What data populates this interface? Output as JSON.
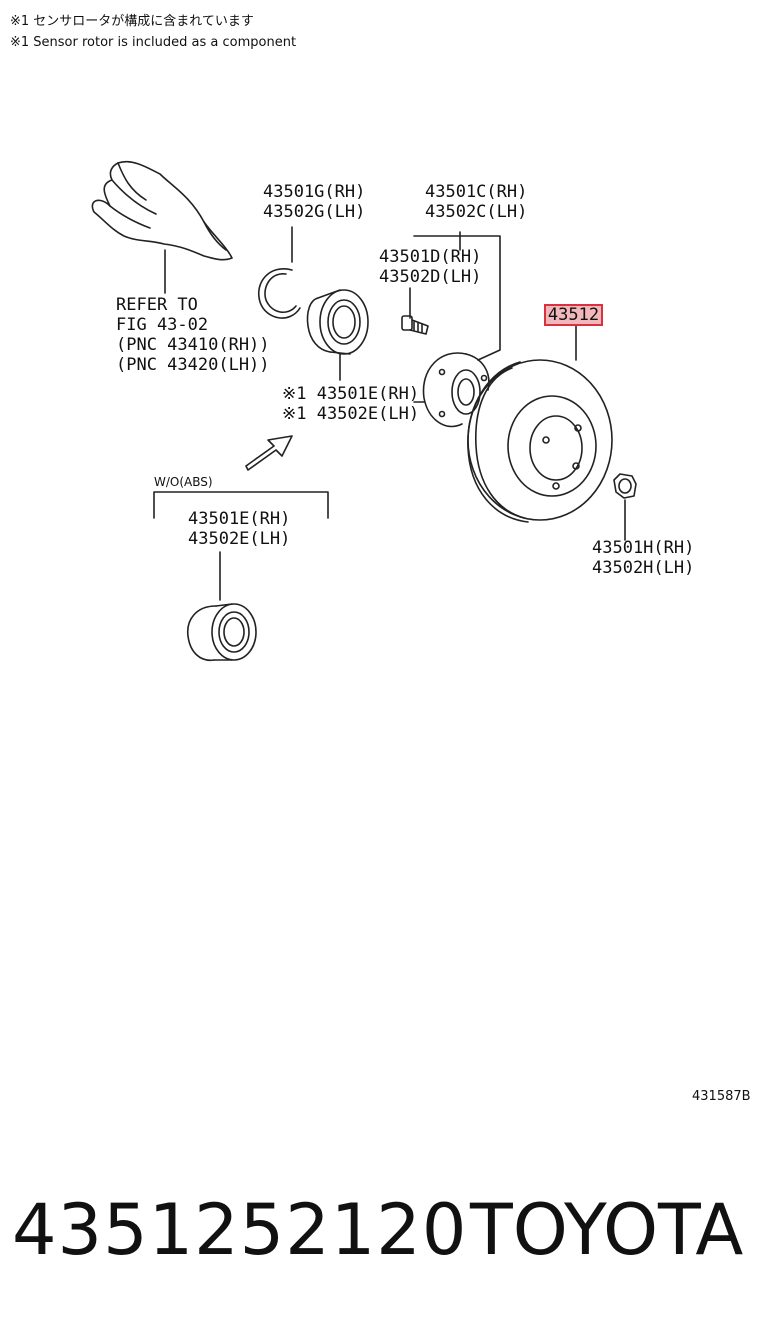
{
  "notes": {
    "jp": "※1 センサロータが構成に含まれています",
    "en": "※1 Sensor rotor is included as a component"
  },
  "labels": {
    "g_rh": "43501G(RH)",
    "g_lh": "43502G(LH)",
    "c_rh": "43501C(RH)",
    "c_lh": "43502C(LH)",
    "d_rh": "43501D(RH)",
    "d_lh": "43502D(LH)",
    "refer1": "REFER TO",
    "refer2": "FIG 43-02",
    "refer3": "(PNC 43410(RH))",
    "refer4": "(PNC 43420(LH))",
    "e1_rh": "※1 43501E(RH)",
    "e1_lh": "※1 43502E(LH)",
    "wo_abs": "W/O(ABS)",
    "e_rh": "43501E(RH)",
    "e_lh": "43502E(LH)",
    "h_rh": "43501H(RH)",
    "h_lh": "43502H(LH)",
    "highlight_pnc": "43512"
  },
  "highlight_color": "#d9323e",
  "figure_id": "431587B",
  "footer": {
    "part_number": "4351252120",
    "brand": "TOYOTA"
  }
}
